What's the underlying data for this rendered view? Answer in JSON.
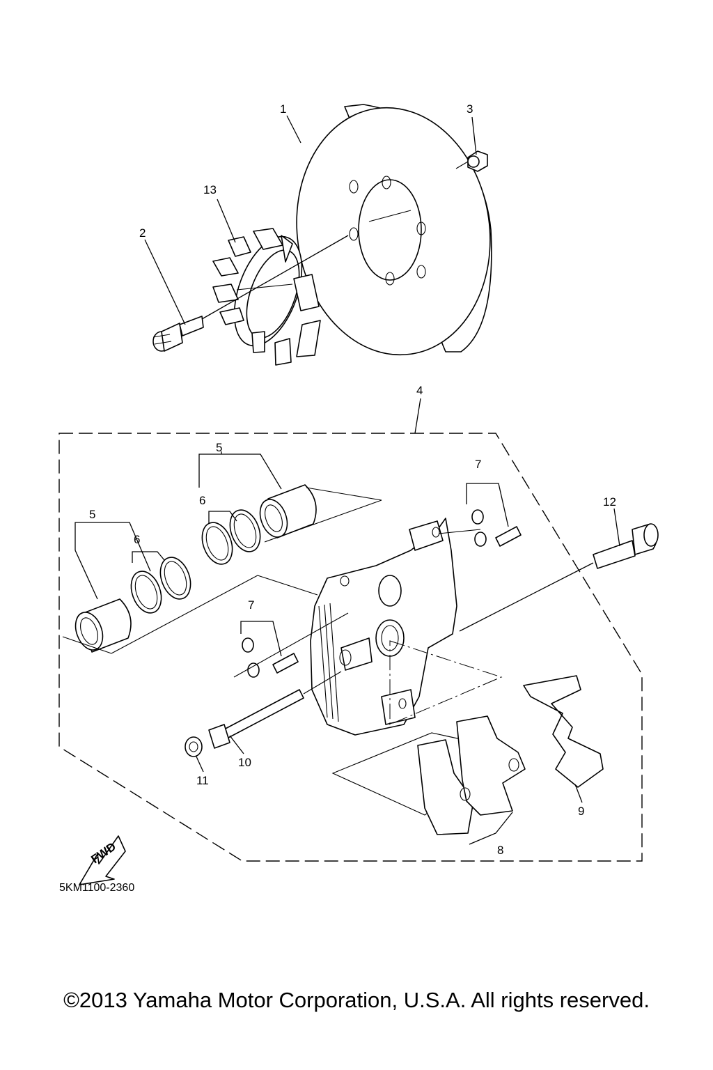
{
  "callouts": {
    "c1": "1",
    "c2": "2",
    "c3": "3",
    "c4": "4",
    "c5a": "5",
    "c5b": "5",
    "c6a": "6",
    "c6b": "6",
    "c7a": "7",
    "c7b": "7",
    "c8": "8",
    "c9": "9",
    "c10": "10",
    "c11": "11",
    "c12": "12",
    "c13": "13"
  },
  "fwd_label": "FWD",
  "catalog_code": "5KM1100-2360",
  "copyright": "©2013 Yamaha Motor Corporation, U.S.A. All rights reserved."
}
